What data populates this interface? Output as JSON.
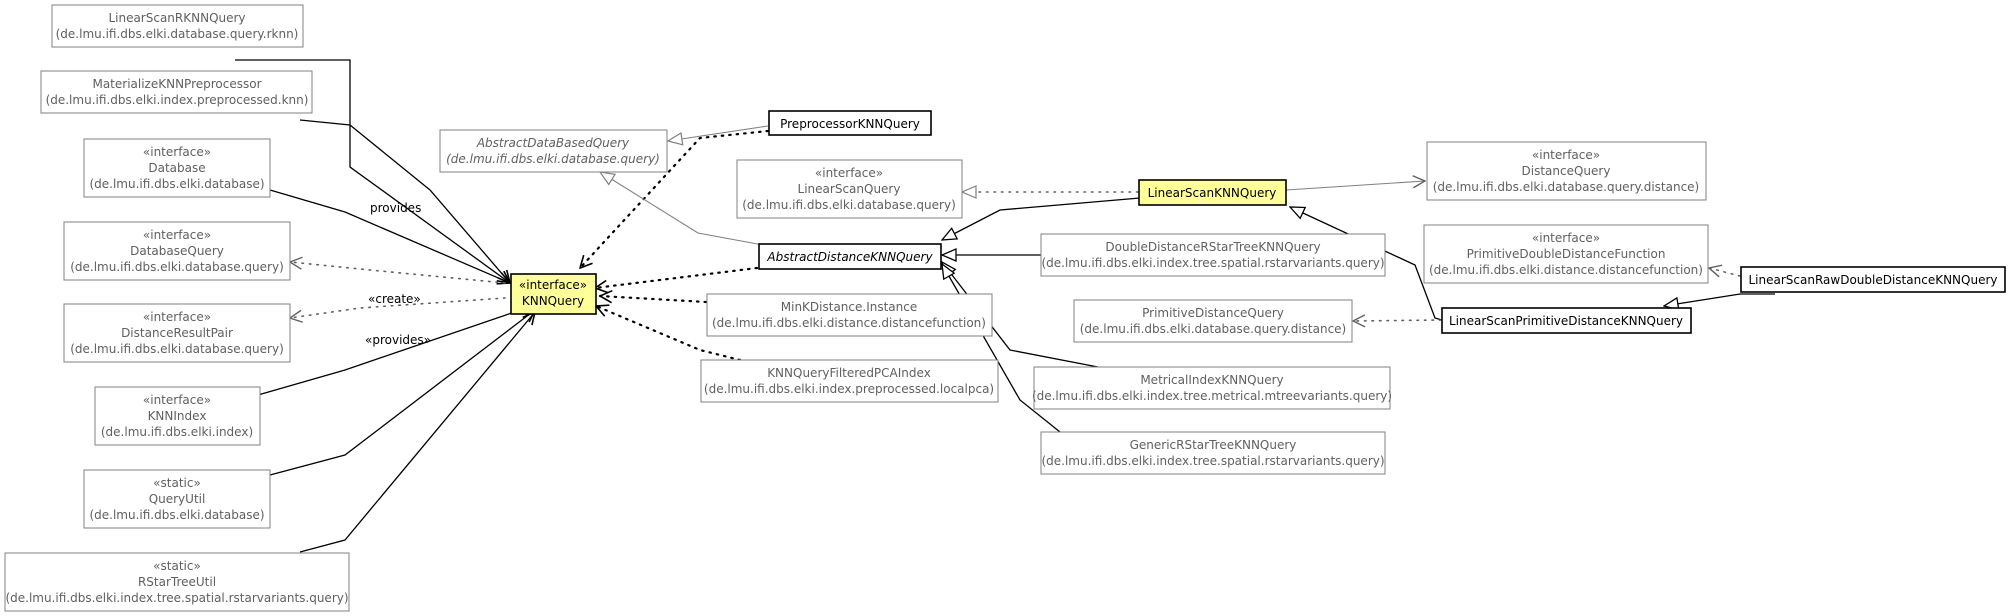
{
  "nodes": {
    "linear_scan_rknn_query": {
      "lines": [
        "LinearScanRKNNQuery",
        "(de.lmu.ifi.dbs.elki.database.query.rknn)"
      ]
    },
    "materialize_knn_preprocessor": {
      "lines": [
        "MaterializeKNNPreprocessor",
        "(de.lmu.ifi.dbs.elki.index.preprocessed.knn)"
      ]
    },
    "database": {
      "lines": [
        "«interface»",
        "Database",
        "(de.lmu.ifi.dbs.elki.database)"
      ]
    },
    "database_query": {
      "lines": [
        "«interface»",
        "DatabaseQuery",
        "(de.lmu.ifi.dbs.elki.database.query)"
      ]
    },
    "distance_result_pair": {
      "lines": [
        "«interface»",
        "DistanceResultPair",
        "(de.lmu.ifi.dbs.elki.database.query)"
      ]
    },
    "knn_index": {
      "lines": [
        "«interface»",
        "KNNIndex",
        "(de.lmu.ifi.dbs.elki.index)"
      ]
    },
    "query_util": {
      "lines": [
        "«static»",
        "QueryUtil",
        "(de.lmu.ifi.dbs.elki.database)"
      ]
    },
    "rstar_tree_util": {
      "lines": [
        "«static»",
        "RStarTreeUtil",
        "(de.lmu.ifi.dbs.elki.index.tree.spatial.rstarvariants.query)"
      ]
    },
    "knn_query": {
      "lines": [
        "«interface»",
        "KNNQuery"
      ]
    },
    "abstract_data_based_query": {
      "lines": [
        "AbstractDataBasedQuery",
        "(de.lmu.ifi.dbs.elki.database.query)"
      ]
    },
    "preprocessor_knn_query": {
      "lines": [
        "PreprocessorKNNQuery"
      ]
    },
    "linear_scan_query": {
      "lines": [
        "«interface»",
        "LinearScanQuery",
        "(de.lmu.ifi.dbs.elki.database.query)"
      ]
    },
    "abstract_distance_knn_query": {
      "lines": [
        "AbstractDistanceKNNQuery"
      ]
    },
    "mink_distance_instance": {
      "lines": [
        "MinKDistance.Instance",
        "(de.lmu.ifi.dbs.elki.distance.distancefunction)"
      ]
    },
    "knn_query_filtered_pca_index": {
      "lines": [
        "KNNQueryFilteredPCAIndex",
        "(de.lmu.ifi.dbs.elki.index.preprocessed.localpca)"
      ]
    },
    "linear_scan_knn_query": {
      "lines": [
        "LinearScanKNNQuery"
      ]
    },
    "double_distance_rstar_tree_knn_query": {
      "lines": [
        "DoubleDistanceRStarTreeKNNQuery",
        "(de.lmu.ifi.dbs.elki.index.tree.spatial.rstarvariants.query)"
      ]
    },
    "primitive_distance_query": {
      "lines": [
        "PrimitiveDistanceQuery",
        "(de.lmu.ifi.dbs.elki.database.query.distance)"
      ]
    },
    "metrical_index_knn_query": {
      "lines": [
        "MetricalIndexKNNQuery",
        "(de.lmu.ifi.dbs.elki.index.tree.metrical.mtreevariants.query)"
      ]
    },
    "generic_rstar_tree_knn_query": {
      "lines": [
        "GenericRStarTreeKNNQuery",
        "(de.lmu.ifi.dbs.elki.index.tree.spatial.rstarvariants.query)"
      ]
    },
    "distance_query": {
      "lines": [
        "«interface»",
        "DistanceQuery",
        "(de.lmu.ifi.dbs.elki.database.query.distance)"
      ]
    },
    "primitive_double_distance_function": {
      "lines": [
        "«interface»",
        "PrimitiveDoubleDistanceFunction",
        "(de.lmu.ifi.dbs.elki.distance.distancefunction)"
      ]
    },
    "linear_scan_primitive_distance_knn_query": {
      "lines": [
        "LinearScanPrimitiveDistanceKNNQuery"
      ]
    },
    "linear_scan_raw_double_distance_knn_query": {
      "lines": [
        "LinearScanRawDoubleDistanceKNNQuery"
      ]
    }
  },
  "edge_labels": {
    "provides": "provides",
    "create": "«create»",
    "provides_stereo": "«provides»"
  }
}
